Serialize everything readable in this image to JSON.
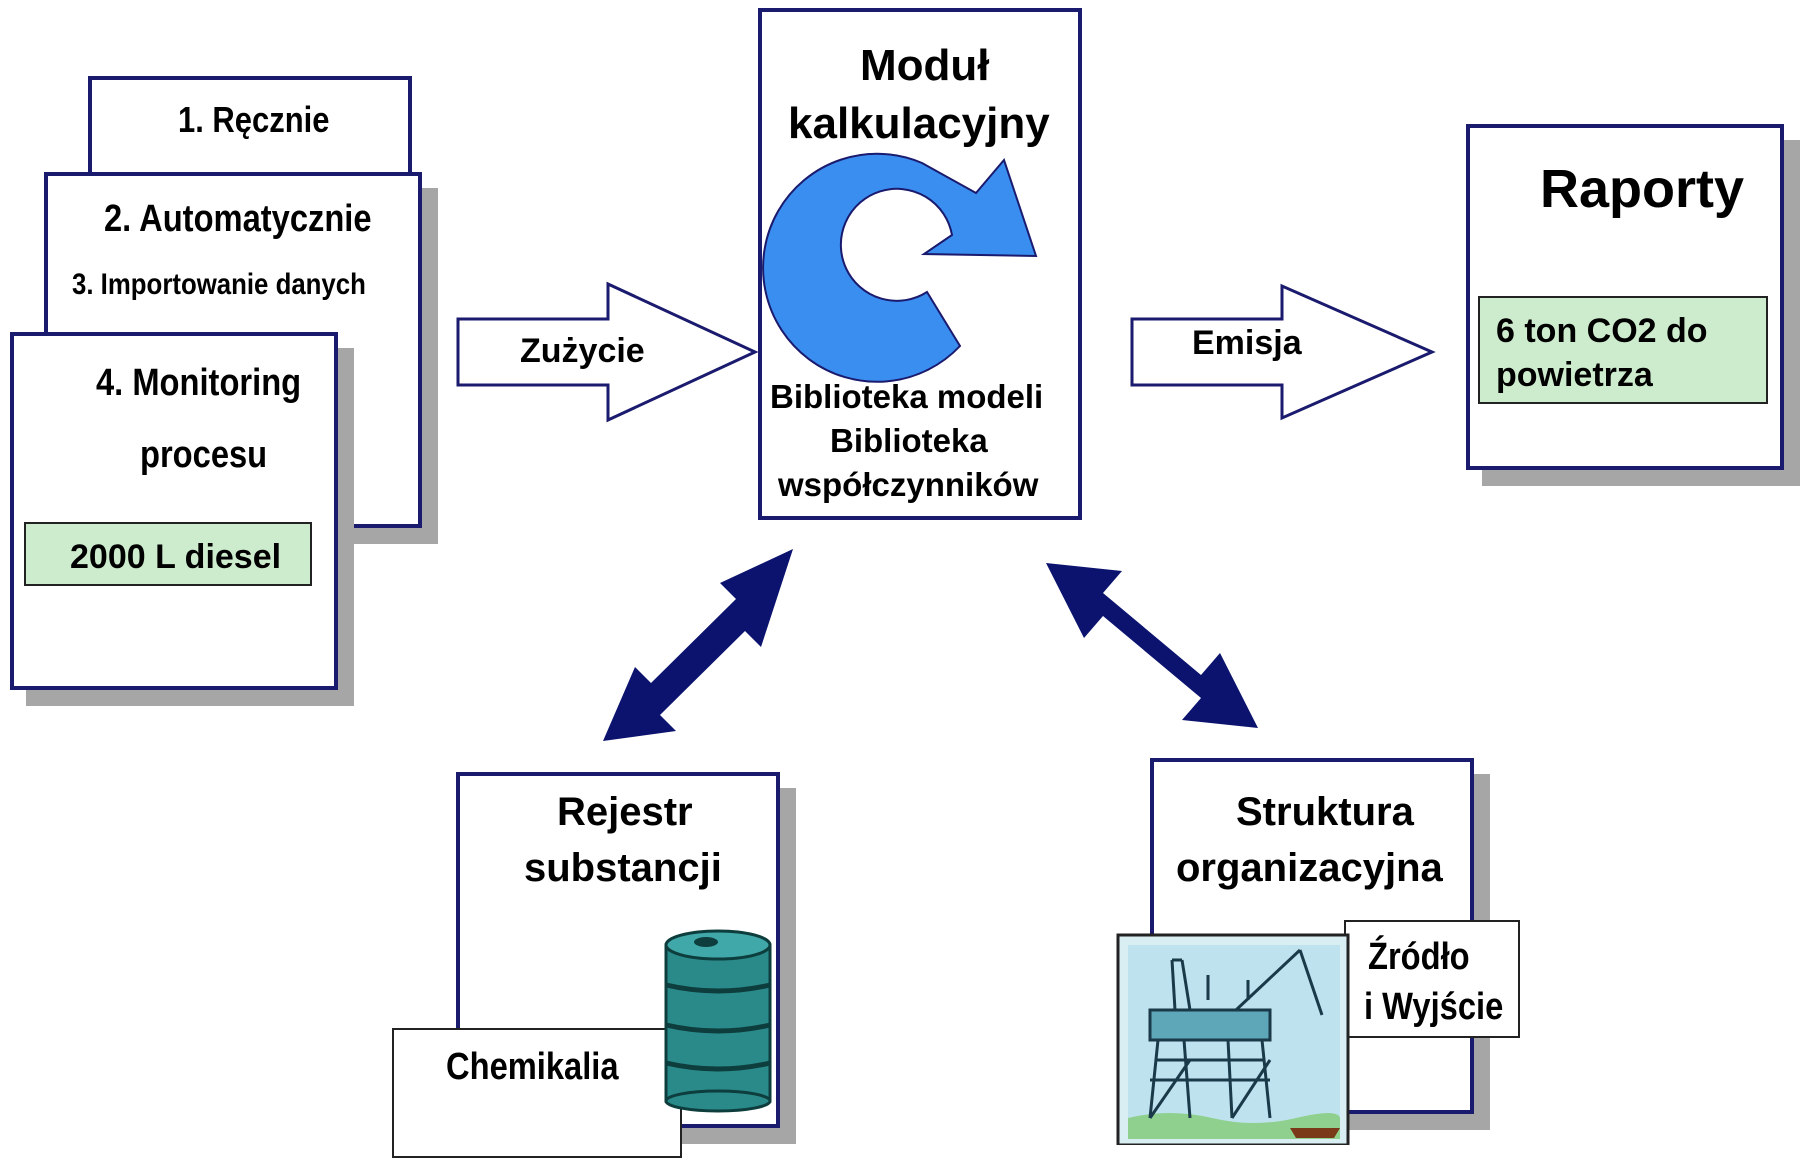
{
  "inputs": {
    "method_1": "1. Ręcznie",
    "method_2": "2. Automatycznie",
    "method_3": "3. Importowanie danych",
    "method_4_line1": "4. Monitoring",
    "method_4_line2": "procesu",
    "value": "2000 L diesel"
  },
  "flow_in": {
    "label": "Zużycie"
  },
  "calc_module": {
    "title_line1": "Moduł",
    "title_line2": "kalkulacyjny",
    "line1": "Biblioteka modeli",
    "line2": "Biblioteka",
    "line3": "współczynników"
  },
  "flow_out": {
    "label": "Emisja"
  },
  "reports": {
    "title": "Raporty",
    "value_line1": "6 ton CO2 do",
    "value_line2": "powietrza"
  },
  "substances": {
    "title_line1": "Rejestr",
    "title_line2": "substancji",
    "tag": "Chemikalia"
  },
  "org": {
    "title_line1": "Struktura",
    "title_line2": "organizacyjna",
    "tag_line1": "Źródło",
    "tag_line2": "i Wyjście"
  },
  "colors": {
    "border": "#1a1a6e",
    "shadow": "#a6a6a6",
    "highlight": "#cdeccd",
    "cycle": "#3a8ef0",
    "barrel": "#2a8a8a",
    "arrow": "#0b136e"
  },
  "icons": [
    "recycle-arrow-icon",
    "barrel-icon",
    "oil-platform-image"
  ]
}
